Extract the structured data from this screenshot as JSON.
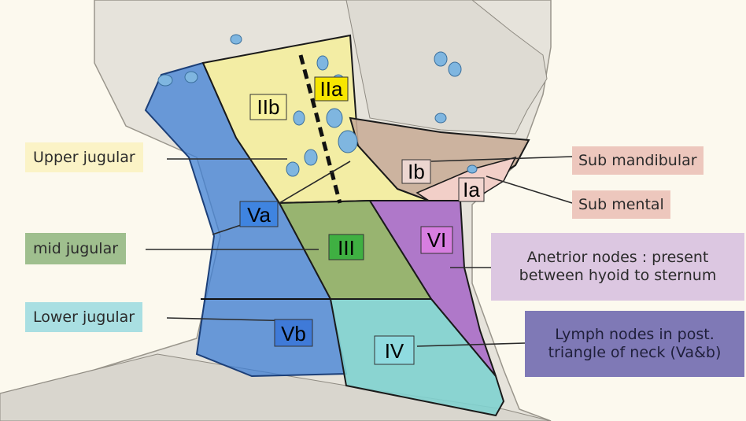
{
  "levels": {
    "IIa": "IIa",
    "IIb": "IIb",
    "Ib": "Ib",
    "Ia": "Ia",
    "Va": "Va",
    "III": "III",
    "VI": "VI",
    "Vb": "Vb",
    "IV": "IV"
  },
  "labels": {
    "upper_jugular": "Upper jugular",
    "mid_jugular": "mid jugular",
    "lower_jugular": "Lower jugular",
    "sub_mandibular": "Sub mandibular",
    "sub_mental": "Sub mental",
    "anterior_nodes": "Anetrior nodes : present between hyoid to sternum",
    "posterior_triangle": "Lymph nodes in post. triangle of neck (Va&b)"
  },
  "colors": {
    "upper_jugular": "#fbf3c6",
    "mid_jugular": "#9fbf8e",
    "lower_jugular": "#a9dfe2",
    "sub_mandibular": "#edc7bd",
    "sub_mental": "#edc7bd",
    "anterior_nodes": "#dcc7e1",
    "posterior_triangle": "#7f79b6",
    "level_II": "#f5ee9a",
    "level_III": "#8fae64",
    "level_IV": "#7fd1cf",
    "level_V": "#3d7fd6",
    "level_VI": "#a86cc6",
    "level_I": "#c9ad98"
  }
}
